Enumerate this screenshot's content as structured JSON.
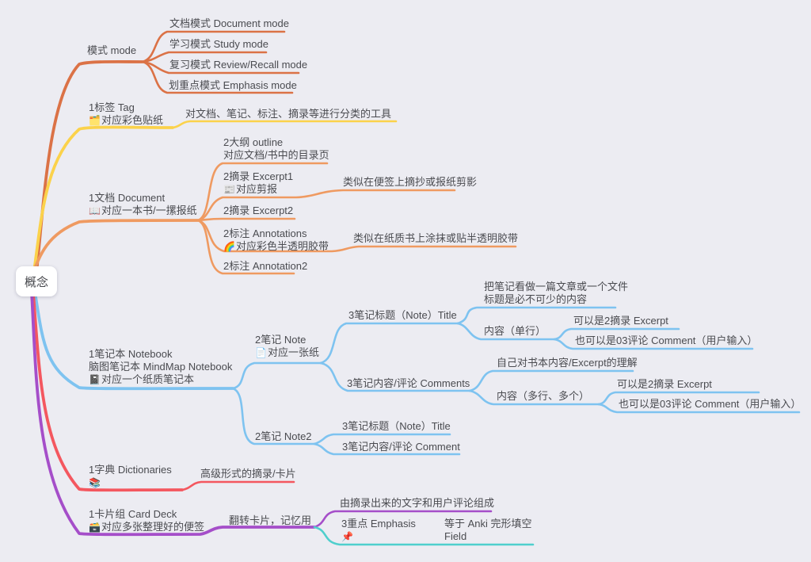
{
  "map": {
    "root": "概念",
    "mode": {
      "label": "模式 mode",
      "children": {
        "document": "文档模式 Document mode",
        "study": "学习模式 Study mode",
        "review": "复习模式 Review/Recall mode",
        "emphasis": "划重点模式 Emphasis mode"
      }
    },
    "tag": {
      "title": "1标签 Tag",
      "icon": "🗂️",
      "desc": "对应彩色贴纸",
      "child": "对文档、笔记、标注、摘录等进行分类的工具"
    },
    "document": {
      "title": "1文档 Document",
      "icon": "📖",
      "desc": "对应一本书/一摞报纸",
      "outline": {
        "title": "2大纲 outline",
        "desc": "对应文档/书中的目录页"
      },
      "excerpt1": {
        "title": "2摘录 Excerpt1",
        "icon": "📰",
        "desc": "对应剪报",
        "note": "类似在便签上摘抄或报纸剪影"
      },
      "excerpt2": {
        "title": "2摘录 Excerpt2"
      },
      "annotations": {
        "title": "2标注 Annotations",
        "icon": "🌈",
        "desc": "对应彩色半透明胶带",
        "note": "类似在纸质书上涂抹或贴半透明胶带"
      },
      "annotation2": {
        "title": "2标注 Annotation2"
      }
    },
    "notebook": {
      "line1": "1笔记本 Notebook",
      "line2": "脑图笔记本 MindMap Notebook",
      "icon": "📓",
      "line3": "对应一个纸质笔记本",
      "note": {
        "title": "2笔记 Note",
        "icon": "📄",
        "desc": "对应一张纸",
        "title_node": {
          "label": "3笔记标题（Note）Title",
          "desc1": "把笔记看做一篇文章或一个文件",
          "desc2": "标题是必不可少的内容",
          "content": {
            "label": "内容（单行）",
            "opt1": "可以是2摘录 Excerpt",
            "opt2": "也可以是03评论 Comment（用户输入）"
          }
        },
        "comments_node": {
          "label": "3笔记内容/评论 Comments",
          "desc": "自己对书本内容/Excerpt的理解",
          "content": {
            "label": "内容（多行、多个）",
            "opt1": "可以是2摘录 Excerpt",
            "opt2": "也可以是03评论 Comment（用户输入）"
          }
        }
      },
      "note2": {
        "title": "2笔记 Note2",
        "title_node": "3笔记标题（Note）Title",
        "comment_node": "3笔记内容/评论 Comment"
      }
    },
    "dictionary": {
      "title": "1字典 Dictionaries",
      "icon": "📚",
      "child": "高级形式的摘录/卡片"
    },
    "card_deck": {
      "title": "1卡片组 Card Deck",
      "icon": "🗃️",
      "desc": "对应多张整理好的便签",
      "flip": {
        "label": "翻转卡片，记忆用",
        "composed": "由摘录出来的文字和用户评论组成",
        "emphasis": {
          "label": "3重点 Emphasis",
          "icon": "📌",
          "anki1": "等于 Anki 完形填空",
          "anki2": "Field"
        }
      }
    }
  },
  "colors": {
    "background": "#ececf2",
    "text": "#4a4b50",
    "node_bg": "#ffffff",
    "mode": "#db7246",
    "tag": "#fbd24b",
    "document": "#ef9a61",
    "notebook": "#7ec3f0",
    "dictionary": "#f4575f",
    "card_deck": "#a54ec9",
    "emphasis": "#4fcfcd"
  }
}
